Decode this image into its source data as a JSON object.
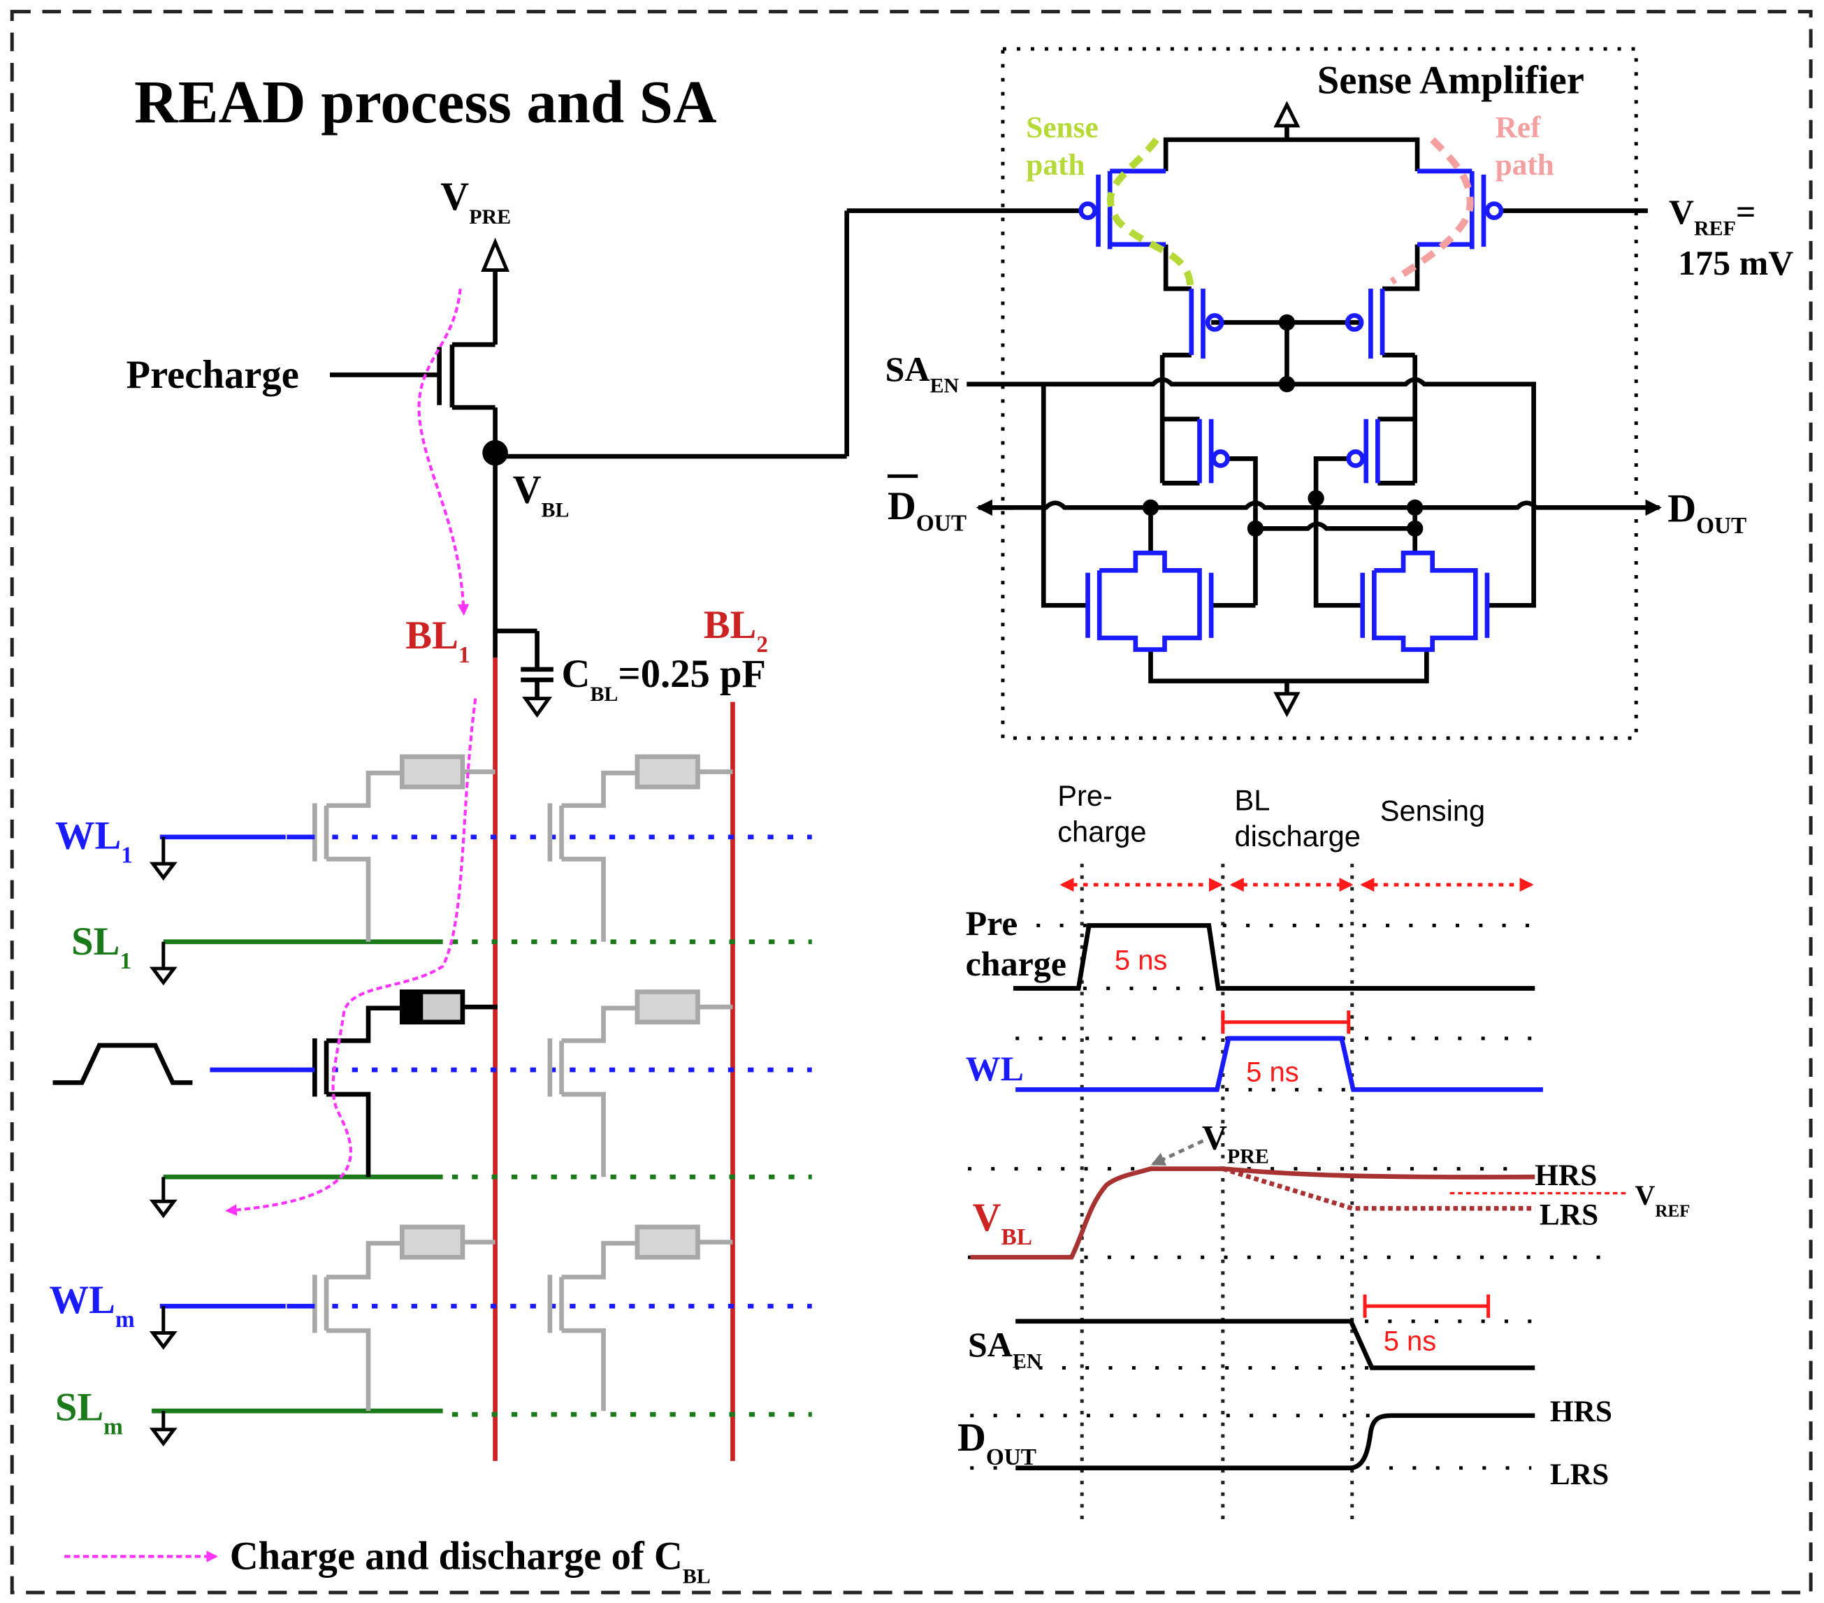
{
  "title": "READ process and SA",
  "labels": {
    "vpre_main": "V",
    "vpre_main_sub": "PRE",
    "precharge": "Precharge",
    "vbl_node": "V",
    "vbl_node_sub": "BL",
    "bl1": "BL",
    "bl1_sub": "1",
    "bl2": "BL",
    "bl2_sub": "2",
    "cbl": "C",
    "cbl_sub": "BL",
    "cbl_value": "=0.25 pF",
    "wl1": "WL",
    "wl1_sub": "1",
    "sl1": "SL",
    "sl1_sub": "1",
    "wlm": "WL",
    "wlm_sub": "m",
    "slm": "SL",
    "slm_sub": "m"
  },
  "sense_amp": {
    "title": "Sense Amplifier",
    "sense_path_1": "Sense",
    "sense_path_2": "path",
    "ref_path_1": "Ref",
    "ref_path_2": "path",
    "vref": "V",
    "vref_sub": "REF",
    "vref_eq": "=",
    "vref_value": "175 mV",
    "saen": "SA",
    "saen_sub": "EN",
    "dout_bar": "D",
    "dout_bar_sub": "OUT",
    "dout": "D",
    "dout_sub": "OUT"
  },
  "timing": {
    "phase_precharge_1": "Pre-",
    "phase_precharge_2": "charge",
    "phase_discharge_1": "BL",
    "phase_discharge_2": "discharge",
    "phase_sensing": "Sensing",
    "sig_pre_1": "Pre",
    "sig_pre_2": "charge",
    "sig_wl": "WL",
    "sig_vbl": "V",
    "sig_vbl_sub": "BL",
    "vpre": "V",
    "vpre_sub": "PRE",
    "hrs": "HRS",
    "lrs": "LRS",
    "vref": "V",
    "vref_sub": "REF",
    "sig_saen": "SA",
    "sig_saen_sub": "EN",
    "sig_dout": "D",
    "sig_dout_sub": "OUT",
    "dout_hrs": "HRS",
    "dout_lrs": "LRS",
    "pulse_5ns_a": "5 ns",
    "pulse_5ns_b": "5 ns",
    "pulse_5ns_c": "5 ns"
  },
  "legend": {
    "text": "Charge and discharge of C",
    "text_sub": "BL"
  },
  "colors": {
    "wordline": "#1a1aff",
    "sourceline": "#1a7a1a",
    "bitline": "#cc2222",
    "charge_path": "#ff33ff",
    "transistor_sa": "#1a1aff",
    "sense_path": "#b5d936",
    "ref_path": "#f4a0a0",
    "gray_cell": "#a8a8a8",
    "timing_marker": "#ff1a1a",
    "vbl_trace": "#a83232"
  }
}
